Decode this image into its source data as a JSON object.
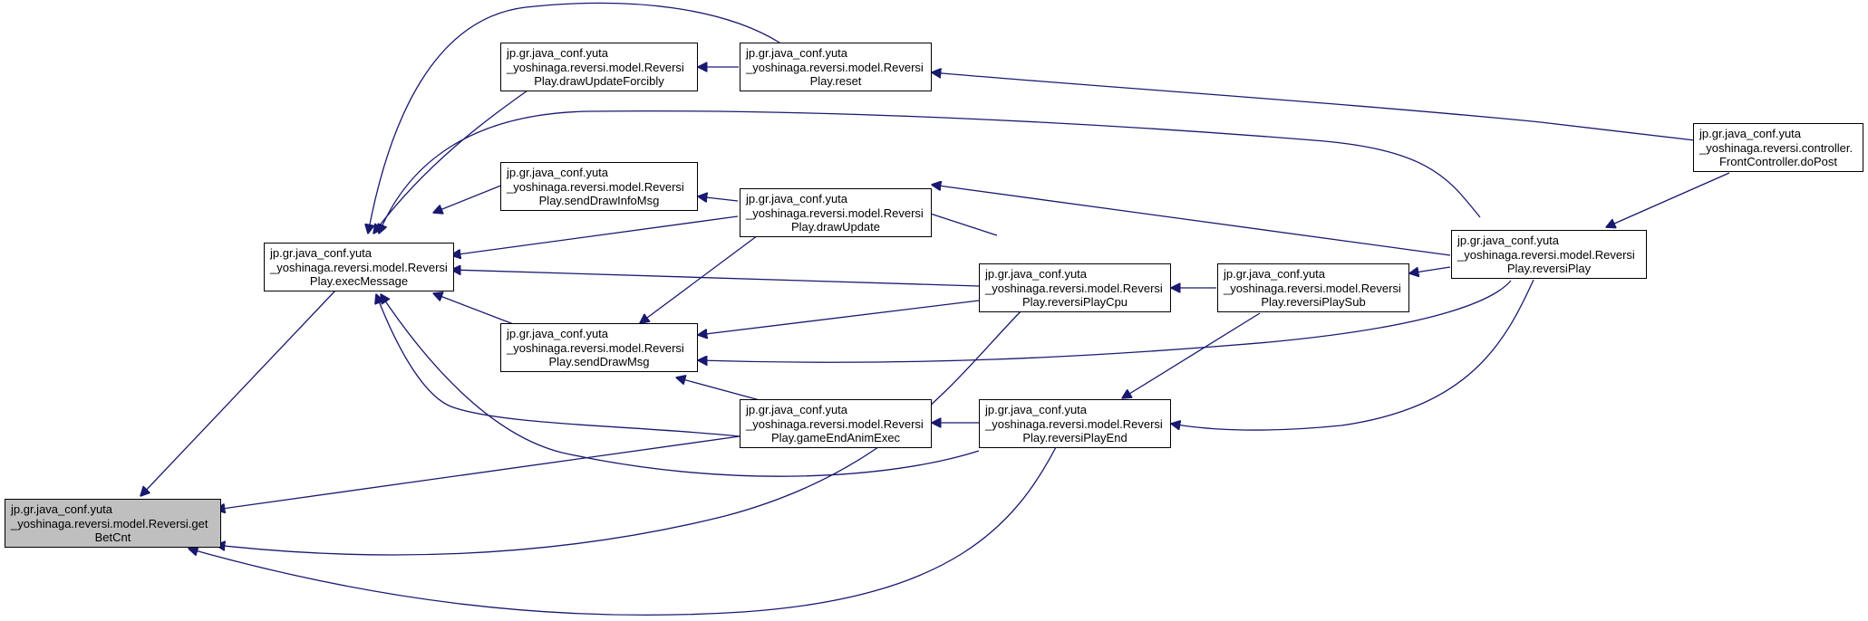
{
  "colors": {
    "edge": "#191970",
    "node_border": "#000000",
    "focus_fill": "#bfbfbf"
  },
  "nodes": {
    "getBetCnt": {
      "l1": "jp.gr.java_conf.yuta",
      "l2": "_yoshinaga.reversi.model.Reversi.get",
      "l3": "BetCnt"
    },
    "execMessage": {
      "l1": "jp.gr.java_conf.yuta",
      "l2": "_yoshinaga.reversi.model.Reversi",
      "l3": "Play.execMessage"
    },
    "drawUpdateForcibly": {
      "l1": "jp.gr.java_conf.yuta",
      "l2": "_yoshinaga.reversi.model.Reversi",
      "l3": "Play.drawUpdateForcibly"
    },
    "reset": {
      "l1": "jp.gr.java_conf.yuta",
      "l2": "_yoshinaga.reversi.model.Reversi",
      "l3": "Play.reset"
    },
    "sendDrawInfoMsg": {
      "l1": "jp.gr.java_conf.yuta",
      "l2": "_yoshinaga.reversi.model.Reversi",
      "l3": "Play.sendDrawInfoMsg"
    },
    "drawUpdate": {
      "l1": "jp.gr.java_conf.yuta",
      "l2": "_yoshinaga.reversi.model.Reversi",
      "l3": "Play.drawUpdate"
    },
    "sendDrawMsg": {
      "l1": "jp.gr.java_conf.yuta",
      "l2": "_yoshinaga.reversi.model.Reversi",
      "l3": "Play.sendDrawMsg"
    },
    "gameEndAnimExec": {
      "l1": "jp.gr.java_conf.yuta",
      "l2": "_yoshinaga.reversi.model.Reversi",
      "l3": "Play.gameEndAnimExec"
    },
    "reversiPlayCpu": {
      "l1": "jp.gr.java_conf.yuta",
      "l2": "_yoshinaga.reversi.model.Reversi",
      "l3": "Play.reversiPlayCpu"
    },
    "reversiPlayEnd": {
      "l1": "jp.gr.java_conf.yuta",
      "l2": "_yoshinaga.reversi.model.Reversi",
      "l3": "Play.reversiPlayEnd"
    },
    "reversiPlaySub": {
      "l1": "jp.gr.java_conf.yuta",
      "l2": "_yoshinaga.reversi.model.Reversi",
      "l3": "Play.reversiPlaySub"
    },
    "reversiPlay": {
      "l1": "jp.gr.java_conf.yuta",
      "l2": "_yoshinaga.reversi.model.Reversi",
      "l3": "Play.reversiPlay"
    },
    "doPost": {
      "l1": "jp.gr.java_conf.yuta",
      "l2": "_yoshinaga.reversi.controller.",
      "l3": "FrontController.doPost"
    }
  }
}
